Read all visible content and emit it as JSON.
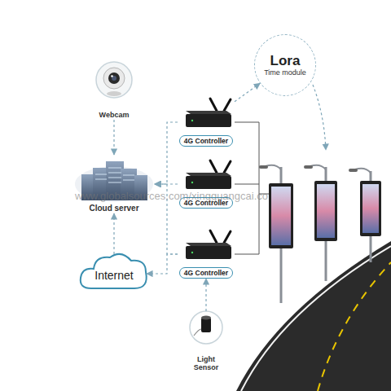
{
  "diagram": {
    "nodes": [
      {
        "text": [
          "Lora",
          "Time module"
        ]
      },
      {
        "text": [
          "Webcam"
        ]
      },
      {
        "text": [
          "4G Controller"
        ]
      },
      {
        "text": [
          "Cloud server"
        ]
      },
      {
        "text": [
          "4G Controller"
        ]
      },
      {
        "text": [
          "Internet"
        ]
      },
      {
        "text": [
          "4G Controller"
        ]
      },
      {
        "text": [
          "Light Sensor"
        ]
      }
    ],
    "edges": [
      {
        "from": 1,
        "to": 3,
        "arrow": "to"
      },
      {
        "from": 5,
        "to": 3,
        "arrow": "to"
      },
      {
        "from": 2,
        "to": 3,
        "arrow": "to"
      },
      {
        "from": 4,
        "to": 3,
        "arrow": "to"
      },
      {
        "from": 6,
        "to": 3,
        "arrow": "to"
      },
      {
        "from": 6,
        "to": 5,
        "arrow": "to"
      },
      {
        "from": 2,
        "to": 0,
        "arrow": "to"
      },
      {
        "from": 7,
        "to": 6,
        "arrow": "to"
      }
    ],
    "labels": [
      "www.globalsources.com/xingguangcai.co"
    ]
  }
}
